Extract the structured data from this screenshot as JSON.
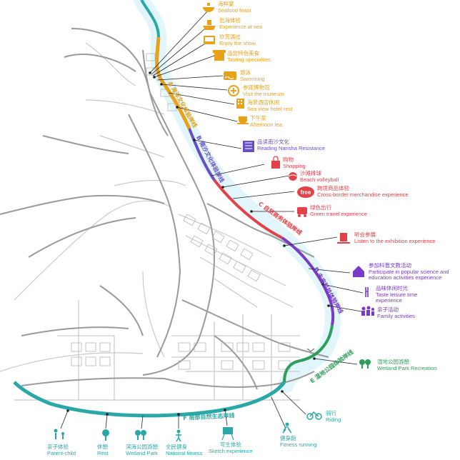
{
  "colors": {
    "segment_a": "#e8a21a",
    "segment_b": "#6a4fc4",
    "segment_c": "#e3414a",
    "segment_d": "#7a39c9",
    "segment_e": "#2f9e5b",
    "segment_f": "#2aa8a8",
    "road": "#9a9a9a",
    "road_light": "#c9c9c9",
    "water_edge": "#c9eef6"
  },
  "segments": [
    {
      "id": "a",
      "label": "A 海洋文化体验岸线"
    },
    {
      "id": "b",
      "label": "B 南沙文化体验岸线"
    },
    {
      "id": "c",
      "label": "C 自贸商务体验岸线"
    },
    {
      "id": "d",
      "label": "D 未来科技体验岸线"
    },
    {
      "id": "e",
      "label": "E 湿地公园体验岸线"
    },
    {
      "id": "f",
      "label": "F 南部自然生态岸线"
    }
  ],
  "activities": {
    "seafood": {
      "zh": "海鲜宴",
      "en": "Seafood feast",
      "icon": "bowl-icon"
    },
    "sea_experience": {
      "zh": "出海体验",
      "en": "Experience at sea",
      "icon": "ship-icon"
    },
    "show": {
      "zh": "欣赏演出",
      "en": "Enjoy the show",
      "icon": "stage-icon"
    },
    "specialties": {
      "zh": "品尝特色美食",
      "en": "Tasting specialties",
      "icon": "store-icon"
    },
    "swimming": {
      "zh": "游泳",
      "en": "Swimming",
      "icon": "swim-icon"
    },
    "museum": {
      "zh": "参观博物馆",
      "en": "Visit the museum",
      "icon": "museum-icon"
    },
    "hotel": {
      "zh": "海景酒店休闲",
      "en": "Sea view hotel rest",
      "icon": "hotel-icon"
    },
    "afternoon_tea": {
      "zh": "下午茶",
      "en": "Afternoon tea",
      "icon": "teacup-icon"
    },
    "reading": {
      "zh": "品读南沙文化",
      "en": "Reading Nansha Resistance",
      "icon": "book-icon"
    },
    "shopping": {
      "zh": "购物",
      "en": "Shopping",
      "icon": "bag-icon"
    },
    "volleyball": {
      "zh": "沙滩排球",
      "en": "Beach volleyball",
      "icon": "ball-icon"
    },
    "crossborder": {
      "zh": "跨境商品体验",
      "en": "Cross-border merchandise experience",
      "icon": "free-badge-icon",
      "badge": "free"
    },
    "green_travel": {
      "zh": "绿色出行",
      "en": "Green travel experience",
      "icon": "ev-icon"
    },
    "exhibition": {
      "zh": "听会参展",
      "en": "Listen to the exhibition experience",
      "icon": "exhibition-icon"
    },
    "science": {
      "zh": "参加科普文教活动",
      "en1": "Participate in popular science and",
      "en2": "education activities experience",
      "icon": "house-icon"
    },
    "leisure": {
      "zh": "品味休闲时光",
      "en1": "Taste leisure time",
      "en2": "experience",
      "icon": "cutlery-icon"
    },
    "family": {
      "zh": "亲子活动",
      "en": "Family activities",
      "icon": "family-icon"
    },
    "wetland": {
      "zh": "湿地公园游憩",
      "en": "Wetland Park Recreation",
      "icon": "trees-icon"
    },
    "riding": {
      "zh": "骑行",
      "en": "Riding",
      "icon": "bicycle-icon"
    },
    "fitness": {
      "zh": "健身跑",
      "en": "Fitness running",
      "icon": "runner-icon"
    },
    "sketch": {
      "zh": "写生体验",
      "en": "Sketch experience",
      "icon": "easel-icon"
    },
    "all_ages": {
      "zh": "全民健身",
      "en": "National fitness",
      "icon": "fitness-icon"
    },
    "wetland_park": {
      "zh": "滨海公园游憩",
      "en": "Wetland Park",
      "icon": "park-icon"
    },
    "rest": {
      "zh": "休憩",
      "en": "Rest",
      "icon": "tree-icon"
    },
    "parent_child": {
      "zh": "亲子体验",
      "en": "Parent-child",
      "icon": "parent-child-icon"
    }
  }
}
